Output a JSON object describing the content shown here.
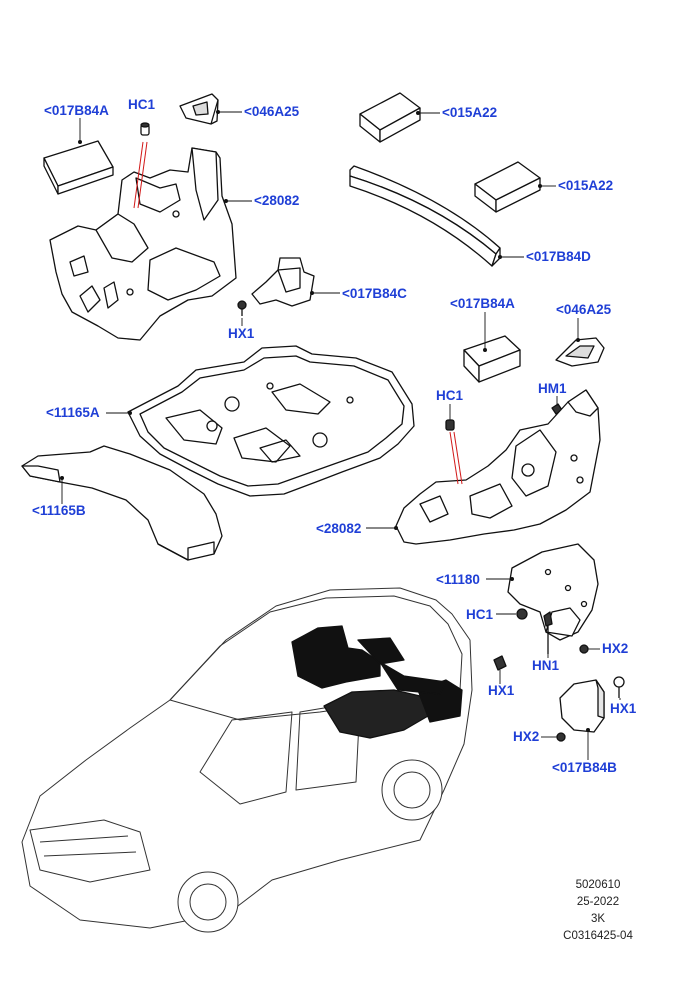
{
  "colors": {
    "callout": "#1f3fd6",
    "line": "#111111",
    "leader_red": "#d21a1a",
    "part_fill": "#ffffff"
  },
  "callouts": [
    {
      "id": "c1",
      "text": "<017B84A"
    },
    {
      "id": "c2",
      "text": "HC1"
    },
    {
      "id": "c3",
      "text": "<046A25"
    },
    {
      "id": "c4",
      "text": "<015A22"
    },
    {
      "id": "c5",
      "text": "<015A22"
    },
    {
      "id": "c6",
      "text": "<28082"
    },
    {
      "id": "c7",
      "text": "<017B84D"
    },
    {
      "id": "c8",
      "text": "<017B84C"
    },
    {
      "id": "c9",
      "text": "HX1"
    },
    {
      "id": "c10",
      "text": "<017B84A"
    },
    {
      "id": "c11",
      "text": "<046A25"
    },
    {
      "id": "c12",
      "text": "<11165A"
    },
    {
      "id": "c13",
      "text": "HC1"
    },
    {
      "id": "c14",
      "text": "HM1"
    },
    {
      "id": "c15",
      "text": "<11165B"
    },
    {
      "id": "c16",
      "text": "<28082"
    },
    {
      "id": "c17",
      "text": "<11180"
    },
    {
      "id": "c18",
      "text": "HC1"
    },
    {
      "id": "c19",
      "text": "HX2"
    },
    {
      "id": "c20",
      "text": "HN1"
    },
    {
      "id": "c21",
      "text": "HX1"
    },
    {
      "id": "c22",
      "text": "HX1"
    },
    {
      "id": "c23",
      "text": "HX2"
    },
    {
      "id": "c24",
      "text": "<017B84B"
    }
  ],
  "reference": [
    "5020610",
    "25-2022",
    "3K",
    "C0316425-04"
  ]
}
